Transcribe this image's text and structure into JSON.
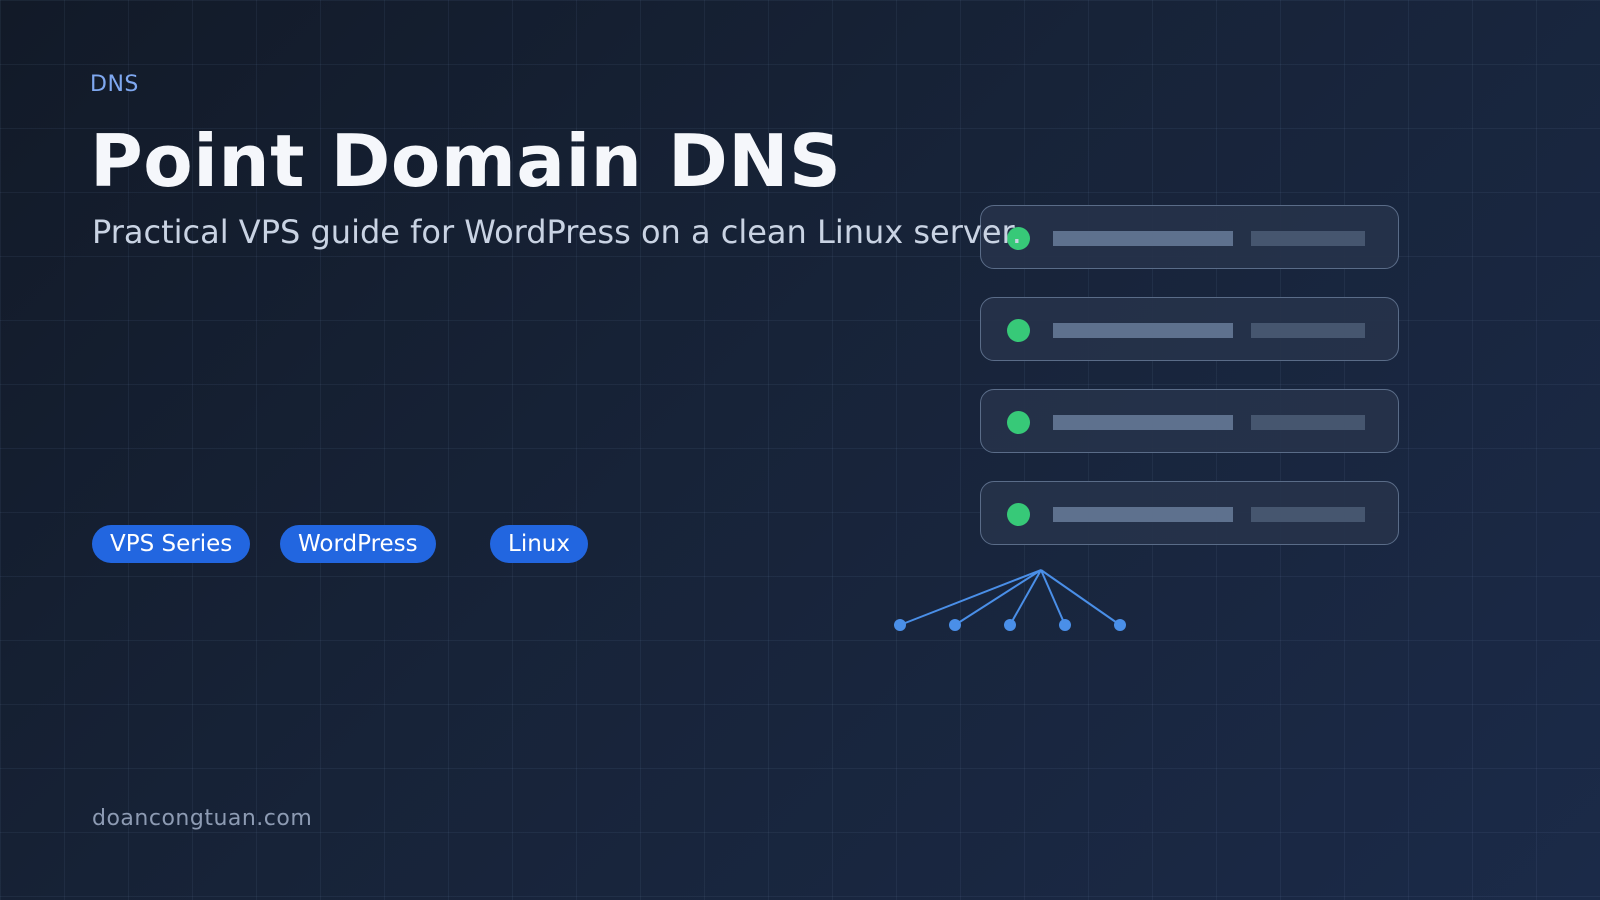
{
  "header": {
    "eyebrow": "DNS",
    "title": "Point Domain DNS",
    "subtitle": "Practical VPS guide for WordPress on a clean Linux server."
  },
  "tags": [
    "VPS Series",
    "WordPress",
    "Linux"
  ],
  "footer": {
    "site": "doancongtuan.com"
  },
  "illustration": {
    "server_rows": 4,
    "status_leds": [
      "online",
      "online",
      "online",
      "online"
    ],
    "network_nodes": 5
  },
  "colors": {
    "background_start": "#121a28",
    "background_end": "#1b2a48",
    "accent": "#2266e0",
    "eyebrow": "#7fa8f0",
    "status_online": "#37c978",
    "network_lines": "#4a8fe8"
  }
}
